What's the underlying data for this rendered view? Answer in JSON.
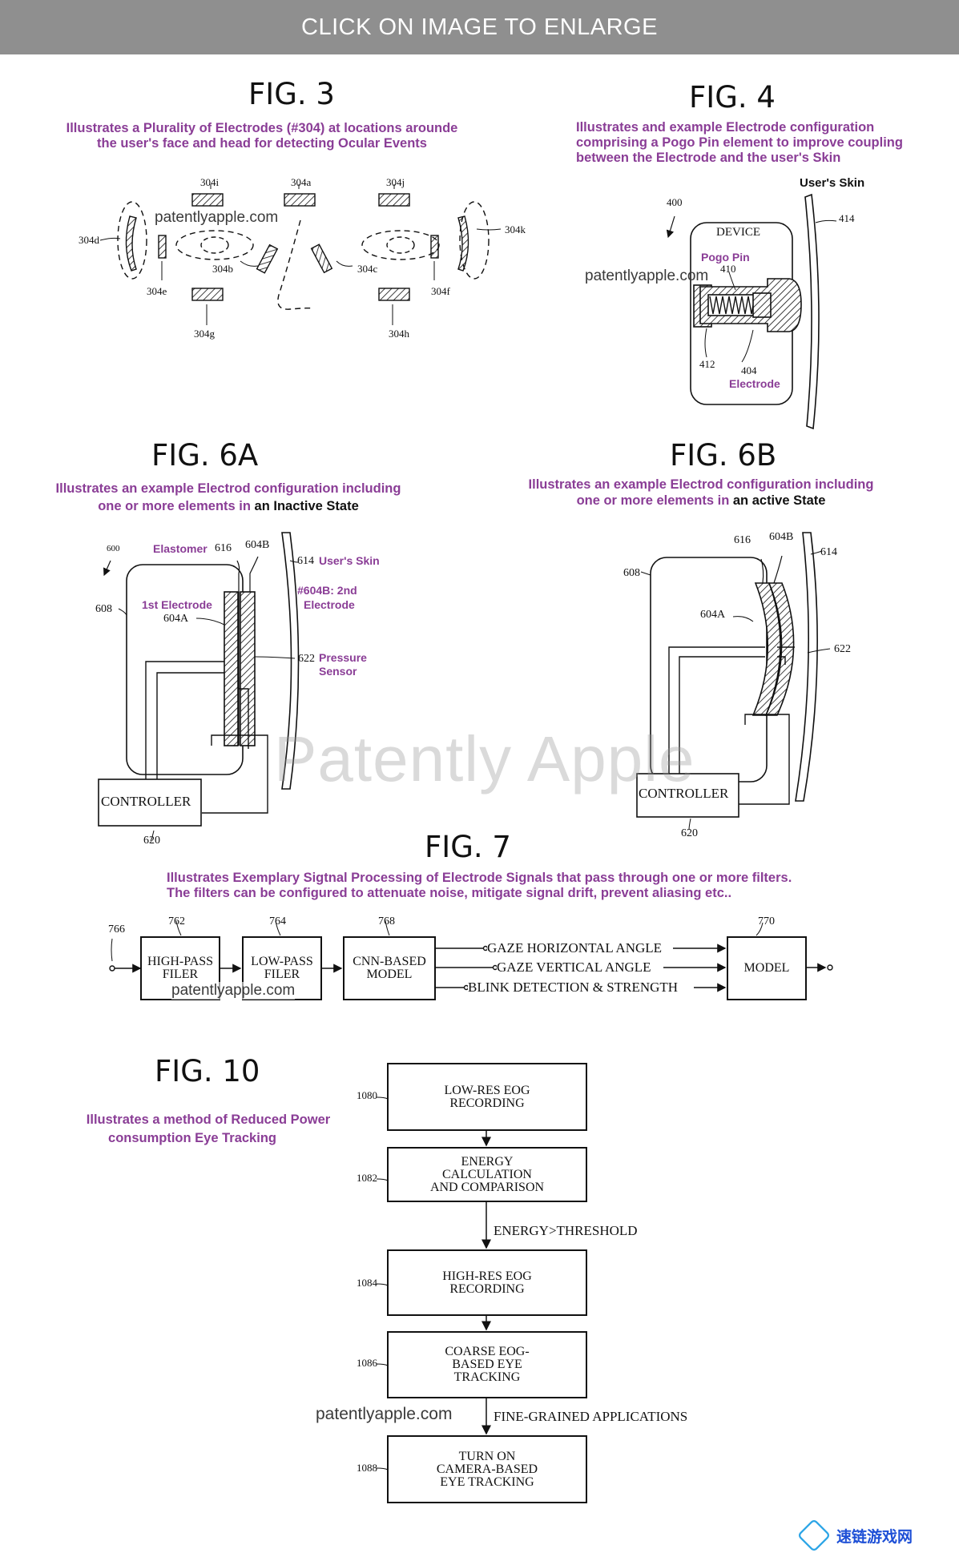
{
  "banner": {
    "text": "CLICK ON IMAGE TO ENLARGE"
  },
  "watermarks": {
    "site": "patentlyapple.com",
    "brand": "Patently Apple"
  },
  "fig3": {
    "title": "FIG. 3",
    "caption_1": "Illustrates a Plurality of Electrodes (#304) at locations arounde",
    "caption_2": "the user's face and head for detecting Ocular Events",
    "labels": {
      "a": "304a",
      "b": "304b",
      "c": "304c",
      "d": "304d",
      "e": "304e",
      "f": "304f",
      "g": "304g",
      "h": "304h",
      "i": "304i",
      "j": "304j",
      "k": "304k"
    }
  },
  "fig4": {
    "title": "FIG. 4",
    "caption_1": "Illustrates and example Electrode configuration",
    "caption_2": "comprising a Pogo Pin element to improve coupling",
    "caption_3": "between the Electrode and the user's Skin",
    "skin_label": "User's Skin",
    "device_label": "DEVICE",
    "pogo_label": "Pogo Pin",
    "electrode_label": "Electrode",
    "refs": {
      "r400": "400",
      "r414": "414",
      "r410": "410",
      "r412": "412",
      "r404": "404"
    }
  },
  "fig6a": {
    "title": "FIG. 6A",
    "caption_1": "Illustrates an example Electrod configuration including",
    "caption_2a": "one or more elements in",
    "caption_2b": "an Inactive State",
    "elastomer": "Elastomer",
    "first_electrode": "1st Electrode",
    "skin": "User's Skin",
    "second_1": "#604B: 2nd",
    "second_2": "Electrode",
    "pressure_1": "Pressure",
    "pressure_2": "Sensor",
    "controller": "CONTROLLER",
    "refs": {
      "r600": "600",
      "r616": "616",
      "r604b": "604B",
      "r614": "614",
      "r608": "608",
      "r604a": "604A",
      "r622": "622",
      "r620": "620"
    }
  },
  "fig6b": {
    "title": "FIG. 6B",
    "caption_1": "Illustrates an example Electrod configuration including",
    "caption_2a": "one or more elements in",
    "caption_2b": "an active State",
    "controller": "CONTROLLER",
    "refs": {
      "r616": "616",
      "r604b": "604B",
      "r614": "614",
      "r608": "608",
      "r604a": "604A",
      "r622": "622",
      "r620": "620"
    }
  },
  "fig7": {
    "title": "FIG. 7",
    "caption_1": "Illustrates Exemplary Sigtnal Processing of Electrode Signals that pass through one or more filters.",
    "caption_2": "The filters can be configured to attenuate noise, mitigate signal drift, prevent aliasing etc..",
    "refs": {
      "r766": "766",
      "r762": "762",
      "r764": "764",
      "r768": "768",
      "r770": "770"
    },
    "blocks": {
      "hp_1": "HIGH-PASS",
      "hp_2": "FILER",
      "lp_1": "LOW-PASS",
      "lp_2": "FILER",
      "cnn_1": "CNN-BASED",
      "cnn_2": "MODEL",
      "model": "MODEL"
    },
    "signals": {
      "s1": "GAZE HORIZONTAL ANGLE",
      "s2": "GAZE VERTICAL ANGLE",
      "s3": "BLINK DETECTION & STRENGTH"
    }
  },
  "fig10": {
    "title": "FIG. 10",
    "caption_1": "Illustrates a method of Reduced Power",
    "caption_2": "consumption Eye Tracking",
    "steps": [
      {
        "ref": "1080",
        "l1": "LOW-RES EOG",
        "l2": "RECORDING",
        "l3": ""
      },
      {
        "ref": "1082",
        "l1": "ENERGY",
        "l2": "CALCULATION",
        "l3": "AND COMPARISON"
      },
      {
        "ref": "1084",
        "l1": "HIGH-RES EOG",
        "l2": "RECORDING",
        "l3": ""
      },
      {
        "ref": "1086",
        "l1": "COARSE EOG-",
        "l2": "BASED EYE",
        "l3": "TRACKING"
      },
      {
        "ref": "1088",
        "l1": "TURN ON",
        "l2": "CAMERA-BASED",
        "l3": "EYE TRACKING"
      }
    ],
    "cond_1": "ENERGY>THRESHOLD",
    "cond_2": "FINE-GRAINED APPLICATIONS"
  },
  "logo": {
    "text": "速链游戏网"
  }
}
